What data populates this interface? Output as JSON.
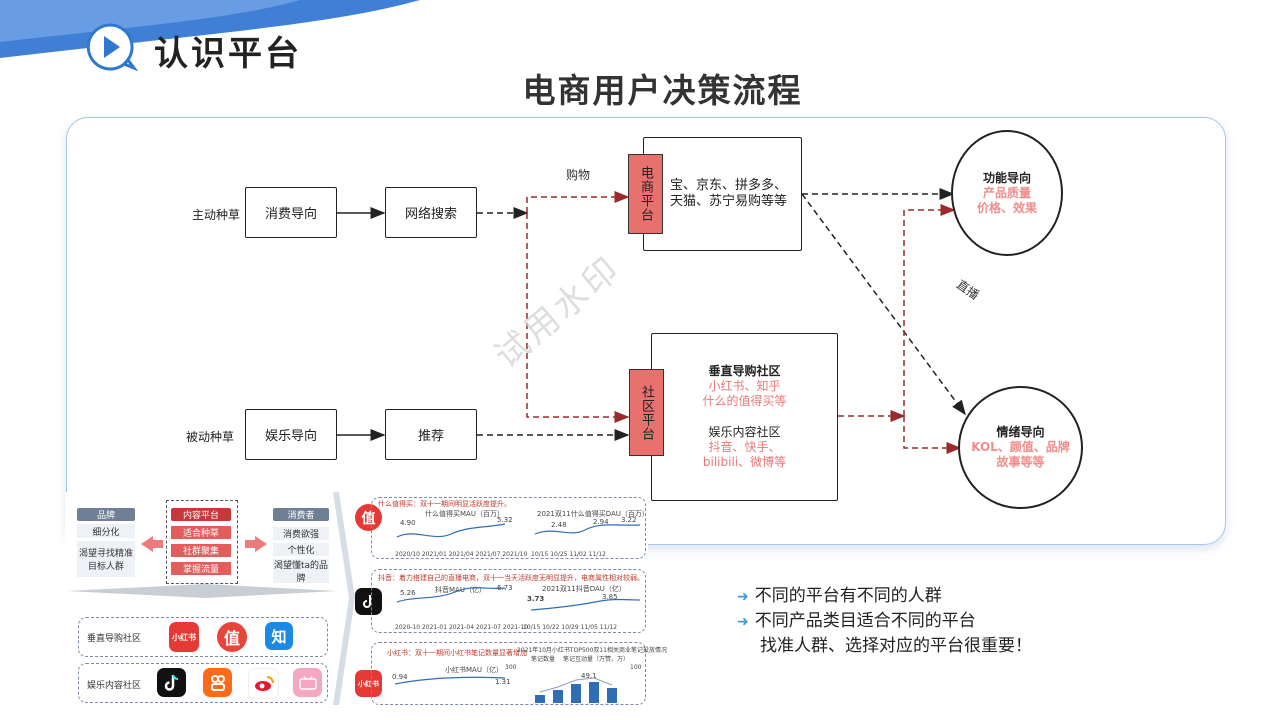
{
  "header": {
    "title": "认识平台",
    "subtitle": "电商用户决策流程"
  },
  "watermark": "试用水印",
  "flow": {
    "row1_label": "主动种草",
    "row1_box1": "消费导向",
    "row1_box2": "网络搜索",
    "row2_label": "被动种草",
    "row2_box1": "娱乐导向",
    "row2_box2": "推荐",
    "shopping_label": "购物",
    "livestream_label": "直播",
    "ecommerce": {
      "side": "电商平台",
      "text": "宝、京东、拼多多、天猫、苏宁易购等等"
    },
    "community": {
      "side": "社区平台",
      "title1": "垂直导购社区",
      "items1": [
        "小红书、知乎",
        "什么的值得买等"
      ],
      "title2": "娱乐内容社区",
      "items2": [
        "抖音、快手、",
        "bilibili、微博等"
      ]
    },
    "func_circle": {
      "title": "功能导向",
      "lines": [
        "产品质量",
        "价格、效果"
      ]
    },
    "emotion_circle": {
      "title": "情绪导向",
      "lines": [
        "KOL、颜值、品牌",
        "故事等等"
      ]
    }
  },
  "thumbnail": {
    "brand": {
      "head": "品牌",
      "items": [
        "细分化",
        "渴望寻找精准目标人群"
      ]
    },
    "content": {
      "head": "内容平台",
      "items": [
        "适合种草",
        "社群聚集",
        "掌握流量"
      ]
    },
    "consumer": {
      "head": "消费者",
      "items": [
        "消费欲强",
        "个性化",
        "渴望懂ta的品牌"
      ]
    },
    "row_vertical": "垂直导购社区",
    "row_entertain": "娱乐内容社区",
    "icons": {
      "xhs": "小红书",
      "zhi": "值",
      "zhihu": "知"
    },
    "panel1": {
      "title": "什么值得买：双十一期间明显活跃度提升。",
      "sub1": "什么值得买MAU（百万）",
      "sub2": "2021双11什么值得买DAU（百万）",
      "v1": "4.90",
      "v2": "5.32",
      "v3": "2.48",
      "v4": "2.94",
      "v5": "3.22",
      "axis1": "2020/10 2021/01 2021/04 2021/07 2021/10",
      "axis2": "10/15 10/25 11/02 11/12"
    },
    "panel2": {
      "title": "抖音：着力搭建自己的直播电商，双十一当天活跃度无明显提升，电商属性相对较弱。",
      "sub1": "抖音MAU（亿）",
      "sub2": "2021双11抖音DAU（亿）",
      "v1": "5.26",
      "v2": "6.73",
      "v3": "3.73",
      "v4": "3.85",
      "axis1": "2020-10 2021-01 2021-04 2021-07 2021-10",
      "axis2": "10/15 10/22 10/29 11/05 11/12"
    },
    "panel3": {
      "title": "小红书：双十一期间小红书笔记数量显著增加",
      "sub1": "小红书MAU（亿）",
      "chart_title": "2021年10月小红书TOP500双11相关商业笔记投放情况",
      "legend1": "笔记数量",
      "legend2": "笔记互动量（万赞、万）",
      "v1": "0.94",
      "v2": "1.31",
      "v3": "49.1",
      "y1": "300",
      "y2": "100"
    }
  },
  "bullets": [
    "不同的平台有不同的人群",
    "不同产品类目适合不同的平台",
    "找准人群、选择对应的平台很重要！"
  ]
}
